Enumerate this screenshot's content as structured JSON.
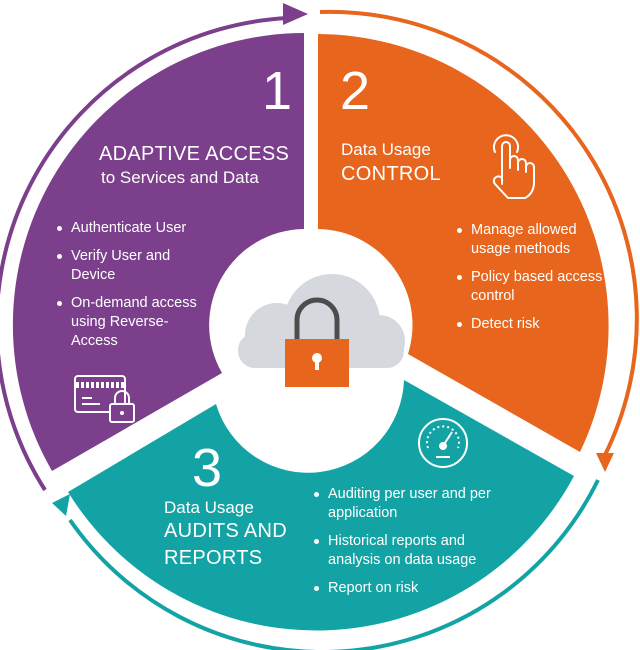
{
  "colors": {
    "purple": "#7b3f8c",
    "orange": "#e8651d",
    "teal": "#13a3a4",
    "cloud": "#d5d9dd",
    "lock": "#e8651d"
  },
  "icons": {
    "center": "cloud-lock-icon",
    "section1": "card-lock-icon",
    "section2": "hand-tap-icon",
    "section3": "speedometer-icon"
  },
  "sections": [
    {
      "number": "1",
      "title_line1": "ADAPTIVE ACCESS",
      "title_line2": "to Services and Data",
      "bullets": [
        "Authenticate User",
        "Verify User and Device",
        "On-demand access using Reverse-Access"
      ]
    },
    {
      "number": "2",
      "title_line1": "Data Usage",
      "title_line2": "CONTROL",
      "bullets": [
        "Manage allowed usage methods",
        "Policy based access control",
        "Detect risk"
      ]
    },
    {
      "number": "3",
      "title_line1": "Data Usage",
      "title_line2": "AUDITS AND",
      "title_line3": "REPORTS",
      "bullets": [
        "Auditing per user and per application",
        "Historical reports and analysis on data usage",
        "Report on risk"
      ]
    }
  ]
}
